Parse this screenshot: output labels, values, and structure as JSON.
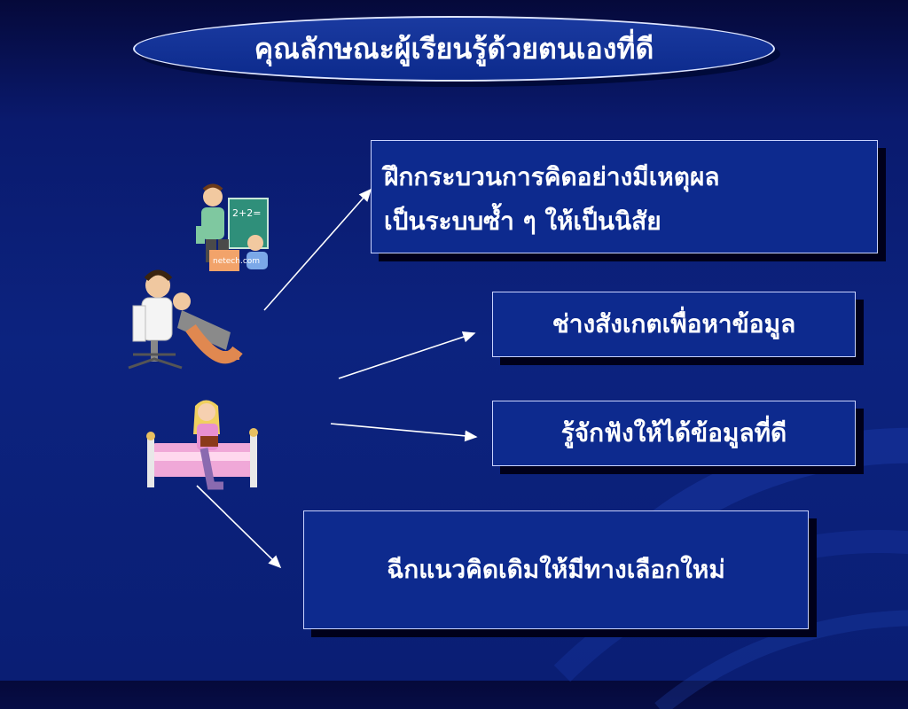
{
  "slide": {
    "title": "คุณลักษณะผู้เรียนรู้ด้วยตนเองที่ดี",
    "boxes": [
      {
        "lines": [
          "ฝึกกระบวนการคิดอย่างมีเหตุผล",
          "เป็นระบบซ้ำ ๆ ให้เป็นนิสัย"
        ]
      },
      {
        "text": "ช่างสังเกตเพื่อหาข้อมูล"
      },
      {
        "text": "รู้จักฟังให้ได้ข้อมูลที่ดี"
      },
      {
        "text": "ฉีกแนวคิดเดิมให้มีทางเลือกใหม่"
      }
    ],
    "clipart": {
      "teacher_board_text": "2+2=",
      "teacher_watermark": "netech.com"
    }
  },
  "colors": {
    "background": "#0c237f",
    "box_fill": "#0d2a8e",
    "text": "#ffffff"
  }
}
